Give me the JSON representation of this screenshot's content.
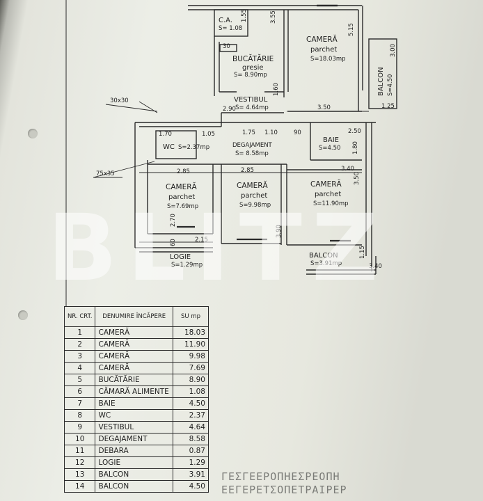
{
  "plan": {
    "rooms": [
      {
        "id": "ca",
        "name": "C.A.",
        "area_text": "S= 1.08"
      },
      {
        "id": "bucatarie",
        "name": "BUCĂTĂRIE",
        "finish": "gresie",
        "area_text": "S= 8.90mp"
      },
      {
        "id": "camera1",
        "name": "CAMERĂ",
        "finish": "parchet",
        "area_text": "S=18.03mp"
      },
      {
        "id": "balcon2",
        "name": "BALCON",
        "area_text": "S=4.50"
      },
      {
        "id": "vestibul",
        "name": "VESTIBUL",
        "area_text": "S= 4.64mp"
      },
      {
        "id": "wc",
        "name": "WC",
        "area_text": "S=2.37mp"
      },
      {
        "id": "degajament",
        "name": "DEGAJAMENT",
        "area_text": "S= 8.58mp"
      },
      {
        "id": "baie",
        "name": "BAIE",
        "area_text": "S=4.50"
      },
      {
        "id": "camera4",
        "name": "CAMERĂ",
        "finish": "parchet",
        "area_text": "S=7.69mp"
      },
      {
        "id": "camera3",
        "name": "CAMERĂ",
        "finish": "parchet",
        "area_text": "S=9.98mp"
      },
      {
        "id": "camera2",
        "name": "CAMERĂ",
        "finish": "parchet",
        "area_text": "S=11.90mp"
      },
      {
        "id": "logie",
        "name": "LOGIE",
        "area_text": "S=1.29mp"
      },
      {
        "id": "balcon1",
        "name": "BALCON",
        "area_text": "S=3.91mp"
      }
    ],
    "dimensions": {
      "d155": "1.55",
      "d355": "3.55",
      "d30": "30",
      "d515": "5.15",
      "d300": "3.00",
      "d160": "1.60",
      "d290": "2.90",
      "d350": "3.50",
      "d125": "1.25",
      "d170": "1.70",
      "d105": "1.05",
      "d175": "1.75",
      "d110": "1.10",
      "d90": "90",
      "d250": "2.50",
      "d180": "1.80",
      "d285a": "2.85",
      "d285b": "2.85",
      "d340": "3.40",
      "d350b": "3.50",
      "d270": "2.70",
      "d60": "60",
      "d215": "2.15",
      "d390": "3.90",
      "d115": "1.15",
      "d340b": "3.40"
    },
    "notes": {
      "beam": "30x30",
      "column": "75x35"
    }
  },
  "watermark": "BLITZ",
  "table": {
    "headers": {
      "nr": "NR. CRT.",
      "name": "DENUMIRE ÎNCĂPERE",
      "area": "SU mp"
    },
    "rows": [
      {
        "nr": "1",
        "name": "CAMERĂ",
        "area": "18.03"
      },
      {
        "nr": "2",
        "name": "CAMERĂ",
        "area": "11.90"
      },
      {
        "nr": "3",
        "name": "CAMERĂ",
        "area": "9.98"
      },
      {
        "nr": "4",
        "name": "CAMERĂ",
        "area": "7.69"
      },
      {
        "nr": "5",
        "name": "BUCĂTĂRIE",
        "area": "8.90"
      },
      {
        "nr": "6",
        "name": "CĂMARĂ ALIMENTE",
        "area": "1.08"
      },
      {
        "nr": "7",
        "name": "BAIE",
        "area": "4.50"
      },
      {
        "nr": "8",
        "name": "WC",
        "area": "2.37"
      },
      {
        "nr": "9",
        "name": "VESTIBUL",
        "area": "4.64"
      },
      {
        "nr": "10",
        "name": "DEGAJAMENT",
        "area": "8.58"
      },
      {
        "nr": "11",
        "name": "DEBARA",
        "area": "0.87"
      },
      {
        "nr": "12",
        "name": "LOGIE",
        "area": "1.29"
      },
      {
        "nr": "13",
        "name": "BALCON",
        "area": "3.91"
      },
      {
        "nr": "14",
        "name": "BALCON",
        "area": "4.50"
      }
    ]
  },
  "stamp": {
    "line1": "ΓΕΣΓΕΕΡΟΠΗΕΣΡΕΟΠΗ",
    "line2": "ΕΕΓΕΡΕΤΣΟΠΕΤΡΑΙΡΕΡ"
  }
}
